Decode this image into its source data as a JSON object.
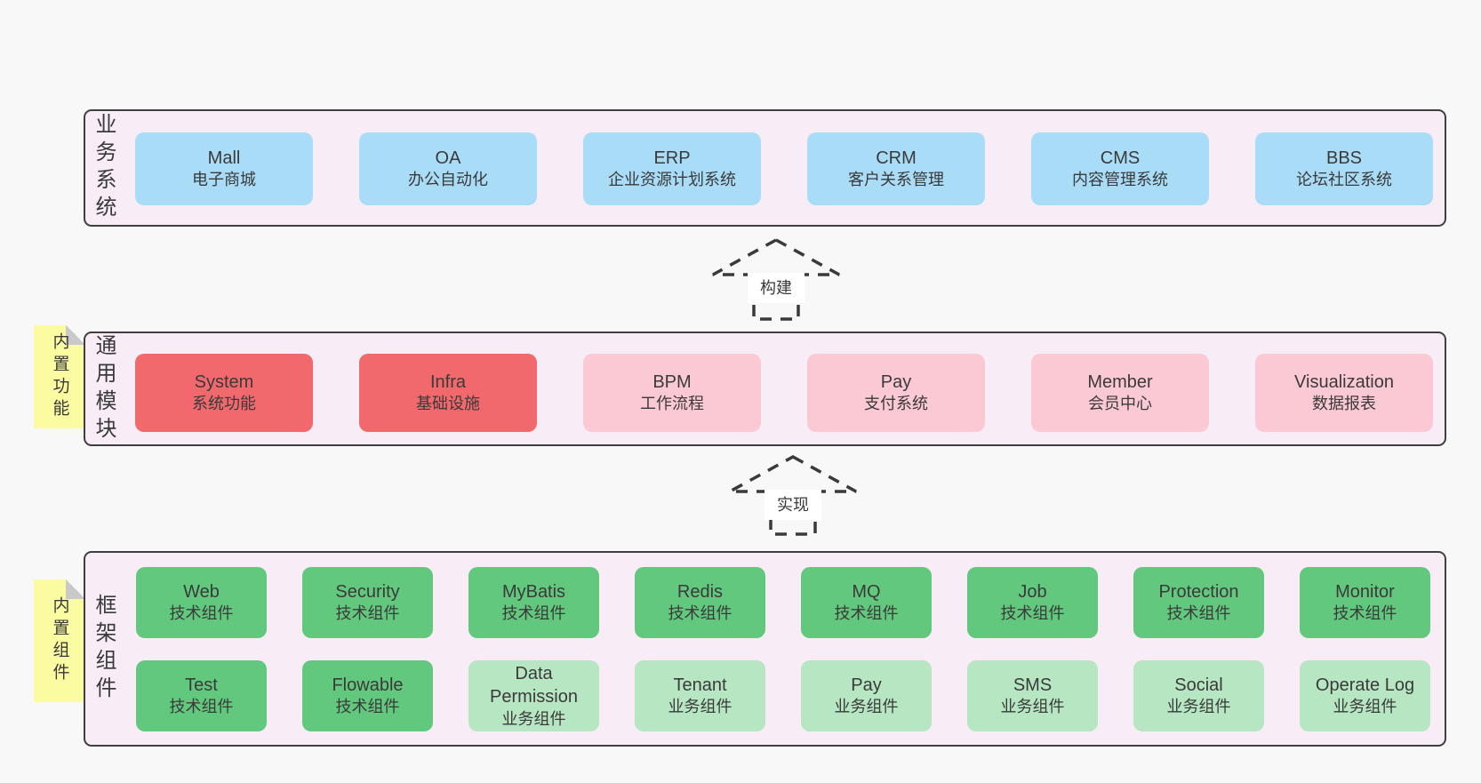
{
  "colors": {
    "page-bg": "#f8f8f8",
    "band-bg": "#f8edf7",
    "band-border": "#3f3f3f",
    "box-blue": "#a9dcf7",
    "box-red": "#f1696d",
    "box-pink": "#fbc9d4",
    "box-green": "#62c87d",
    "box-lightgreen": "#b7e6c3",
    "note-yellow": "#fbfba2",
    "note-fold": "#c9c9c9",
    "text": "#3a3a3a"
  },
  "arrows": {
    "build": {
      "label": "构建"
    },
    "implement": {
      "label": "实现"
    }
  },
  "bands": {
    "business": {
      "label": "业务系统",
      "boxes": [
        {
          "title": "Mall",
          "subtitle": "电子商城"
        },
        {
          "title": "OA",
          "subtitle": "办公自动化"
        },
        {
          "title": "ERP",
          "subtitle": "企业资源计划系统"
        },
        {
          "title": "CRM",
          "subtitle": "客户关系管理"
        },
        {
          "title": "CMS",
          "subtitle": "内容管理系统"
        },
        {
          "title": "BBS",
          "subtitle": "论坛社区系统"
        }
      ]
    },
    "modules": {
      "label": "通用模块",
      "note": "内置功能",
      "boxes": [
        {
          "title": "System",
          "subtitle": "系统功能"
        },
        {
          "title": "Infra",
          "subtitle": "基础设施"
        },
        {
          "title": "BPM",
          "subtitle": "工作流程"
        },
        {
          "title": "Pay",
          "subtitle": "支付系统"
        },
        {
          "title": "Member",
          "subtitle": "会员中心"
        },
        {
          "title": "Visualization",
          "subtitle": "数据报表"
        }
      ]
    },
    "framework": {
      "label": "框架组件",
      "note": "内置组件",
      "row1": [
        {
          "title": "Web",
          "subtitle": "技术组件"
        },
        {
          "title": "Security",
          "subtitle": "技术组件"
        },
        {
          "title": "MyBatis",
          "subtitle": "技术组件"
        },
        {
          "title": "Redis",
          "subtitle": "技术组件"
        },
        {
          "title": "MQ",
          "subtitle": "技术组件"
        },
        {
          "title": "Job",
          "subtitle": "技术组件"
        },
        {
          "title": "Protection",
          "subtitle": "技术组件"
        },
        {
          "title": "Monitor",
          "subtitle": "技术组件"
        }
      ],
      "row2": [
        {
          "title": "Test",
          "subtitle": "技术组件"
        },
        {
          "title": "Flowable",
          "subtitle": "技术组件"
        },
        {
          "title": "Data Permission",
          "subtitle": "业务组件"
        },
        {
          "title": "Tenant",
          "subtitle": "业务组件"
        },
        {
          "title": "Pay",
          "subtitle": "业务组件"
        },
        {
          "title": "SMS",
          "subtitle": "业务组件"
        },
        {
          "title": "Social",
          "subtitle": "业务组件"
        },
        {
          "title": "Operate Log",
          "subtitle": "业务组件"
        }
      ]
    }
  }
}
